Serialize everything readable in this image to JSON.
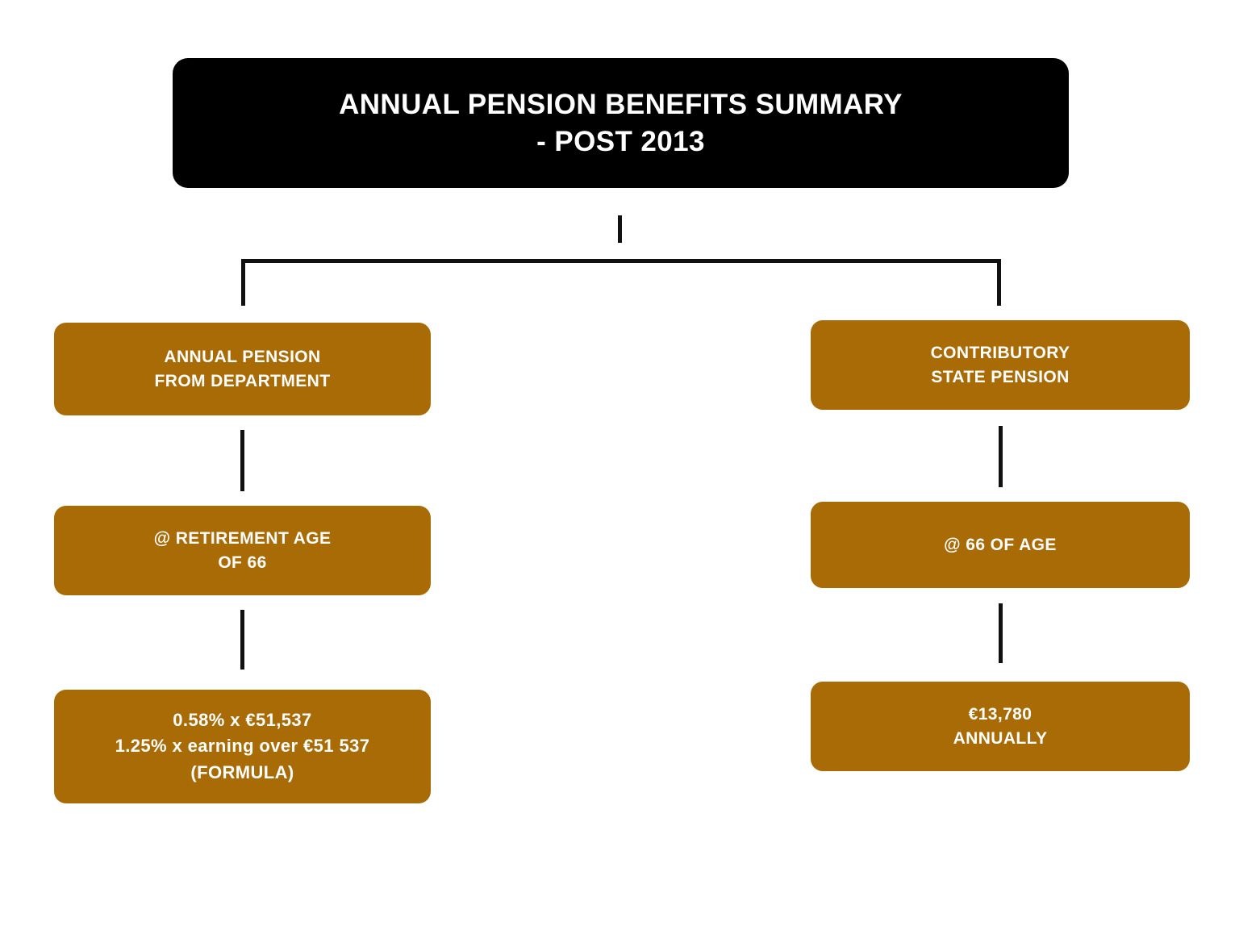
{
  "diagram": {
    "title_node": {
      "line1": "ANNUAL PENSION BENEFITS SUMMARY",
      "line2": "- POST 2013",
      "background_color": "#000000",
      "text_color": "#FFFFFF"
    },
    "node_color": "#A86B06",
    "node_text_color": "#FFFFFF",
    "connector_color": "#111111",
    "background_color": "#FFFFFF",
    "branches": [
      {
        "name": "department-pension",
        "nodes": [
          {
            "line1": "ANNUAL PENSION",
            "line2": "FROM DEPARTMENT"
          },
          {
            "line1": "@ RETIREMENT AGE",
            "line2": "OF 66"
          },
          {
            "line1": "0.58% x €51,537",
            "line2": "1.25% x earning over €51 537",
            "line3": "(FORMULA)"
          }
        ]
      },
      {
        "name": "contributory-state-pension",
        "nodes": [
          {
            "line1": "CONTRIBUTORY",
            "line2": "STATE PENSION"
          },
          {
            "line1": "@ 66 OF AGE",
            "line2": ""
          },
          {
            "line1": "€13,780",
            "line2": "ANNUALLY"
          }
        ]
      }
    ]
  }
}
